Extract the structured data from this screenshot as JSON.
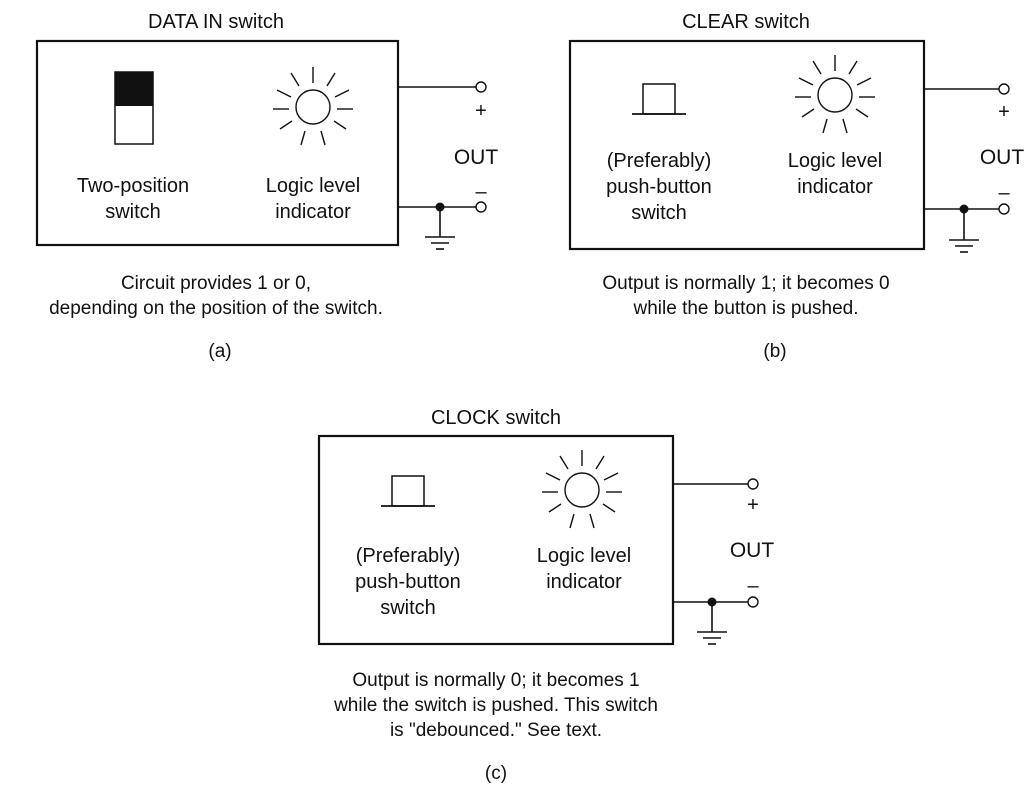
{
  "panels": [
    {
      "id": "a",
      "title": "DATA IN switch",
      "switch_label": [
        "Two-position",
        "switch"
      ],
      "indicator_label": [
        "Logic level",
        "indicator"
      ],
      "output_label": "OUT",
      "plus": "+",
      "minus": "–",
      "caption": [
        "Circuit provides 1 or 0,",
        "depending on the position of the switch."
      ],
      "tag": "(a)"
    },
    {
      "id": "b",
      "title": "CLEAR switch",
      "switch_label": [
        "(Preferably)",
        "push-button",
        "switch"
      ],
      "indicator_label": [
        "Logic level",
        "indicator"
      ],
      "output_label": "OUT",
      "plus": "+",
      "minus": "–",
      "caption": [
        "Output is normally 1; it becomes 0",
        "while the button is pushed."
      ],
      "tag": "(b)"
    },
    {
      "id": "c",
      "title": "CLOCK switch",
      "switch_label": [
        "(Preferably)",
        "push-button",
        "switch"
      ],
      "indicator_label": [
        "Logic level",
        "indicator"
      ],
      "output_label": "OUT",
      "plus": "+",
      "minus": "–",
      "caption": [
        "Output is normally 0; it becomes 1",
        "while the switch is pushed. This switch",
        "is \"debounced.\" See text."
      ],
      "tag": "(c)"
    }
  ]
}
